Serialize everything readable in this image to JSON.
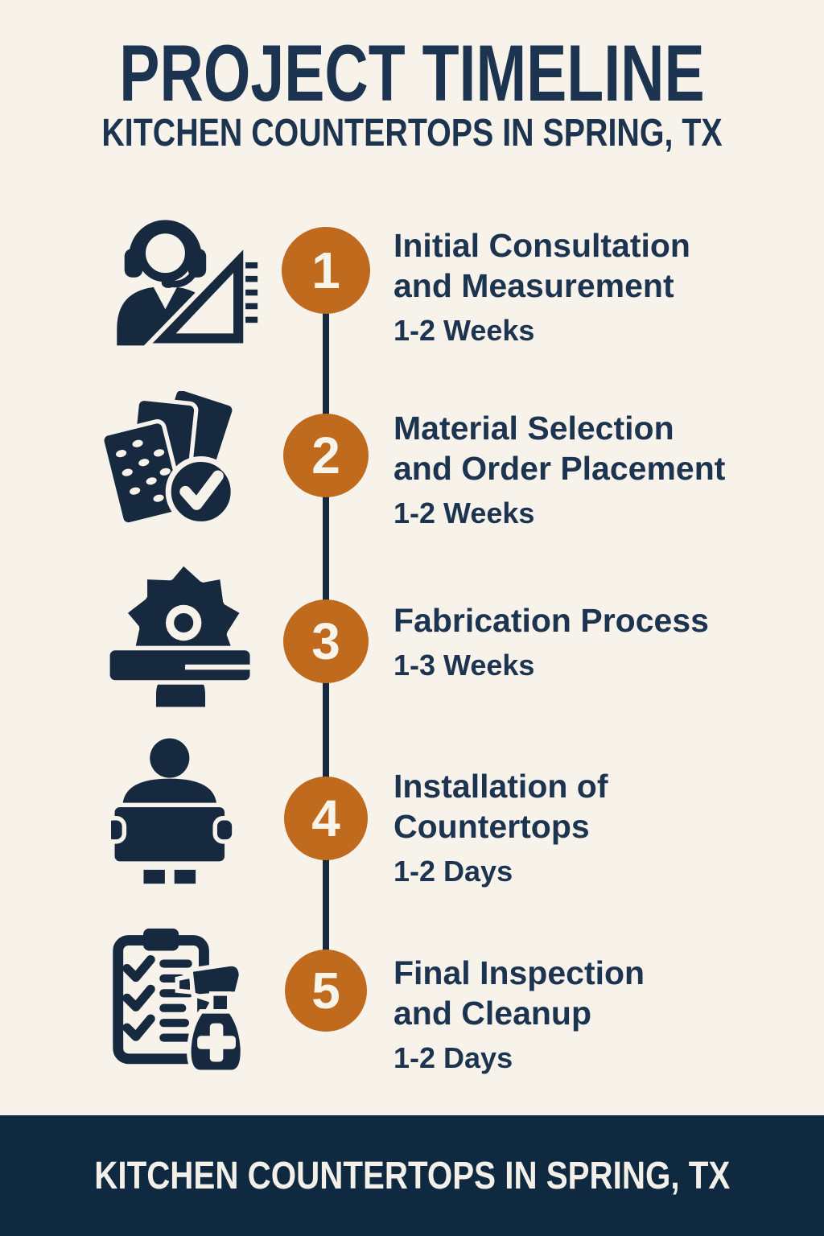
{
  "header": {
    "title": "PROJECT TIMELINE",
    "subtitle": "KITCHEN COUNTERTOPS IN SPRING, TX"
  },
  "steps": [
    {
      "number": "1",
      "title": "Initial Consultation\nand Measurement",
      "duration": "1-2 Weeks",
      "icon": "consultation-measurement-icon"
    },
    {
      "number": "2",
      "title": "Material Selection\nand Order Placement",
      "duration": "1-2 Weeks",
      "icon": "material-samples-check-icon"
    },
    {
      "number": "3",
      "title": "Fabrication Process",
      "duration": "1-3 Weeks",
      "icon": "fabrication-saw-icon"
    },
    {
      "number": "4",
      "title": "Installation of\nCountertops",
      "duration": "1-2 Days",
      "icon": "installer-carrying-countertop-icon"
    },
    {
      "number": "5",
      "title": "Final Inspection\nand Cleanup",
      "duration": "1-2 Days",
      "icon": "checklist-spray-bottle-icon"
    }
  ],
  "footer": {
    "text": "KITCHEN COUNTERTOPS IN SPRING, TX"
  },
  "colors": {
    "background": "#f7f2ea",
    "navy": "#16293e",
    "text_navy": "#1c3450",
    "orange": "#c06a1e",
    "number_text": "#f8f4ea",
    "footer_bg": "#0f2940",
    "footer_text": "#f3f0e9"
  }
}
